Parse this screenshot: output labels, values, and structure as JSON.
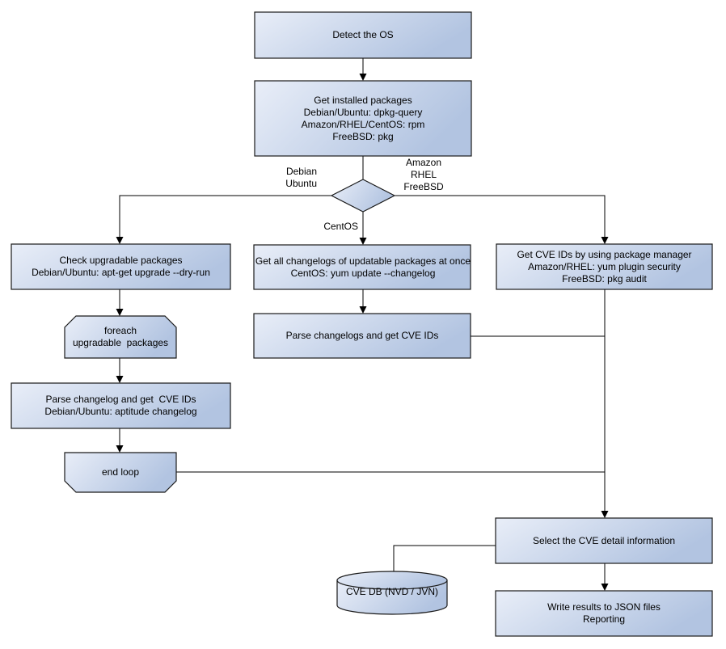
{
  "diagram": {
    "kind": "flowchart",
    "nodes": {
      "detect_os": {
        "type": "process",
        "label": "Detect the OS"
      },
      "get_installed": {
        "type": "process",
        "label": "Get installed packages\nDebian/Ubuntu: dpkg-query\nAmazon/RHEL/CentOS: rpm\nFreeBSD: pkg"
      },
      "os_decision": {
        "type": "decision",
        "label": ""
      },
      "check_upgradable": {
        "type": "process",
        "label": "Check upgradable packages\nDebian/Ubuntu: apt-get upgrade --dry-run"
      },
      "foreach_loop": {
        "type": "loop-start",
        "label": "foreach\nupgradable  packages"
      },
      "parse_changelog": {
        "type": "process",
        "label": "Parse changelog and get  CVE IDs\nDebian/Ubuntu: aptitude changelog"
      },
      "end_loop": {
        "type": "loop-end",
        "label": "end loop"
      },
      "get_all_changelogs": {
        "type": "process",
        "label": "Get all changelogs of updatable packages at once\nCentOS: yum update --changelog"
      },
      "parse_changelogs": {
        "type": "process",
        "label": "Parse changelogs and get CVE IDs"
      },
      "get_cve_ids": {
        "type": "process",
        "label": "Get CVE IDs by using package manager\nAmazon/RHEL: yum plugin security\nFreeBSD: pkg audit"
      },
      "select_cve": {
        "type": "process",
        "label": "Select the CVE detail information"
      },
      "write_results": {
        "type": "process",
        "label": "Write results to JSON files\nReporting"
      },
      "cve_db": {
        "type": "database",
        "label": "CVE DB (NVD / JVN)"
      }
    },
    "edge_labels": {
      "debian_ubuntu": "Debian\nUbuntu",
      "amazon_rhel_freebsd": "Amazon\nRHEL\nFreeBSD",
      "centos": "CentOS"
    },
    "colors": {
      "node_fill_light": "#e9eef8",
      "node_fill_dark": "#b2c4e1",
      "node_border": "#1a1a1a",
      "connector": "#000000",
      "text": "#000000",
      "background": "#ffffff"
    }
  }
}
